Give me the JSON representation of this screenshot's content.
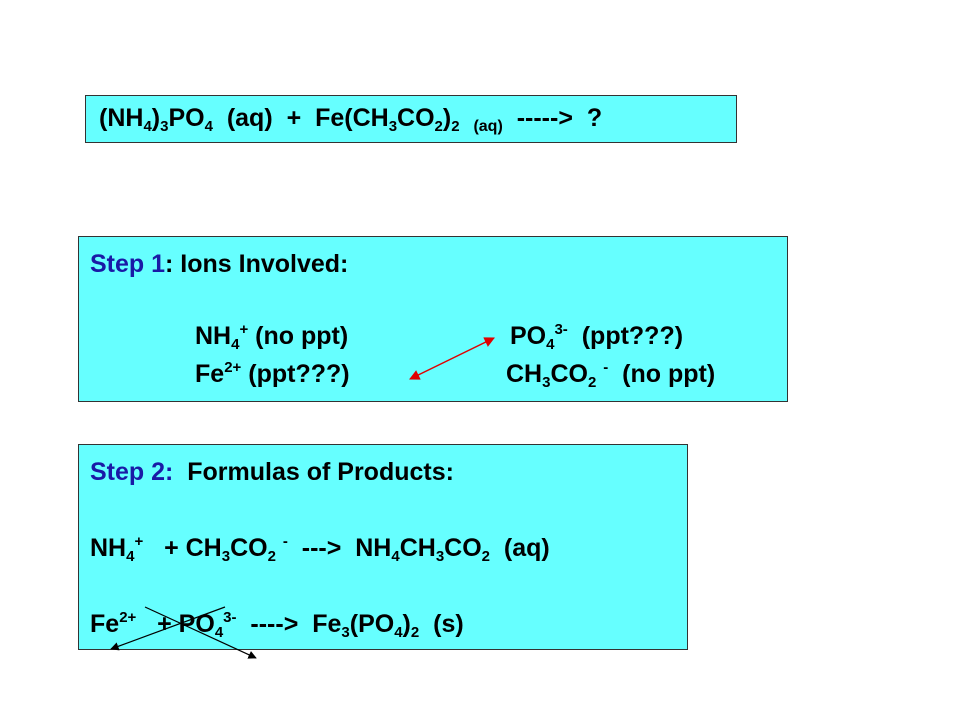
{
  "colors": {
    "box_fill": "#66ffff",
    "box_border": "#333333",
    "step_label": "#1a1aa6",
    "arrow_red": "#e00000",
    "arrow_black": "#000000"
  },
  "reaction": {
    "ammonium_phosphate": [
      "(NH",
      "4",
      ")",
      "3",
      "PO",
      "4"
    ],
    "aq1": "(aq)",
    "plus": "+",
    "iron_acetate": [
      "Fe(CH",
      "3",
      "CO",
      "2",
      ")",
      "2"
    ],
    "aq2": "(aq)",
    "arrow": "----->",
    "unknown": "?"
  },
  "step1": {
    "label": "Step 1",
    "title": ": Ions Involved:",
    "ion_nh4": [
      "NH",
      "4",
      "+"
    ],
    "ion_nh4_note": "(no ppt)",
    "ion_po4": [
      "PO",
      "4",
      "3-"
    ],
    "ion_po4_note": "(ppt???)",
    "ion_fe": [
      "Fe",
      "2+"
    ],
    "ion_fe_note": "(ppt???)",
    "ion_ac": [
      "CH",
      "3",
      "CO",
      "2",
      "-"
    ],
    "ion_ac_note": "(no ppt)"
  },
  "step2": {
    "label": "Step 2:",
    "title": "Formulas of Products:",
    "eq1": {
      "a": [
        "NH",
        "4",
        "+"
      ],
      "b": [
        "+ CH",
        "3",
        "CO",
        "2",
        "-"
      ],
      "arrow": "--->",
      "product": [
        "NH",
        "4",
        "CH",
        "3",
        "CO",
        "2"
      ],
      "state": "(aq)"
    },
    "eq2": {
      "a": [
        "Fe",
        "2+"
      ],
      "b": [
        "+ PO",
        "4",
        "3-"
      ],
      "arrow": "---->",
      "product": [
        "Fe",
        "3",
        "(PO",
        "4",
        ")",
        "2"
      ],
      "state": "(s)"
    }
  }
}
